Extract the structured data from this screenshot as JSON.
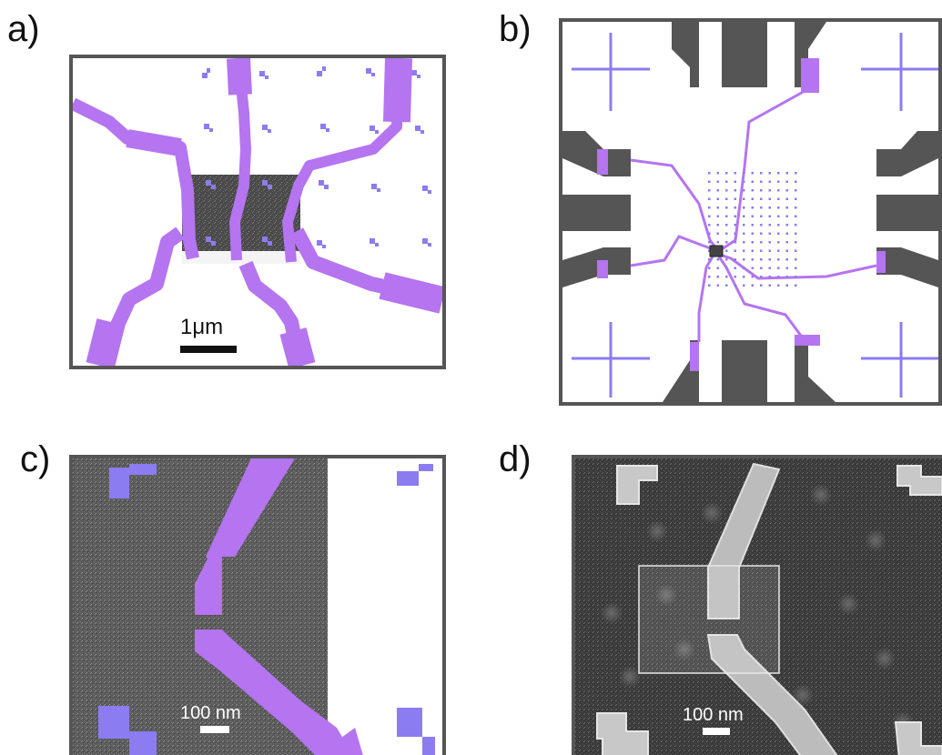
{
  "panels": {
    "a": {
      "label": "a)",
      "scalebar": "1μm"
    },
    "b": {
      "label": "b)"
    },
    "c": {
      "label": "c)",
      "scalebar": "100 nm"
    },
    "d": {
      "label": "d)",
      "scalebar": "100 nm"
    }
  },
  "colors": {
    "lead": "#b574f0",
    "marker": "#8b7cf2",
    "pad": "#555555",
    "frame": "#555555",
    "sem_bg": "#444444"
  }
}
